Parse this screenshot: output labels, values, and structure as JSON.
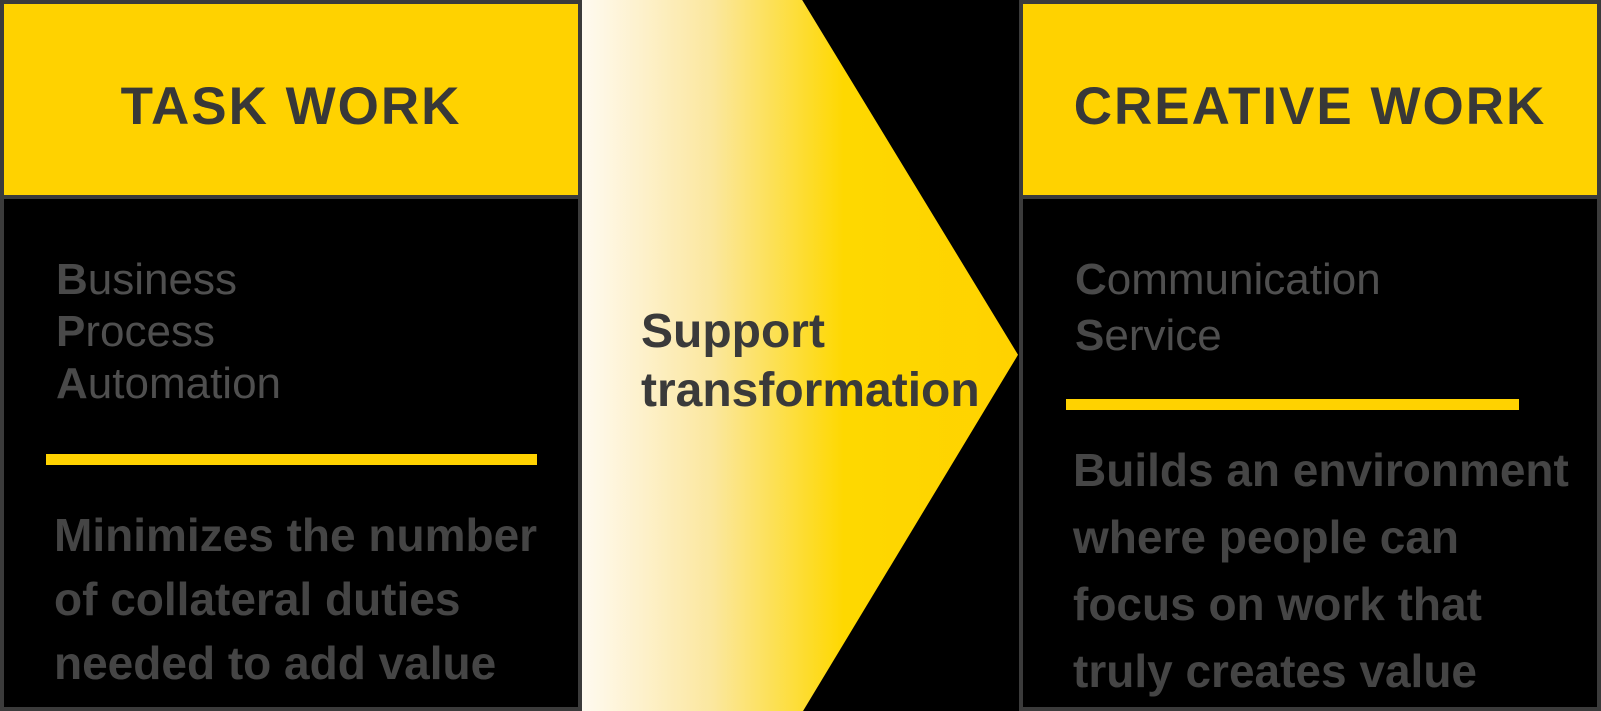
{
  "colors": {
    "background": "#000000",
    "accent_yellow": "#ffd200",
    "panel_border": "#3b3b3b",
    "header_text": "#383838",
    "acronym_text": "#4f4f4f",
    "description_text": "#454545",
    "arrow_text": "#3a3a3a",
    "arrow_gradient_start": "#fefaf0",
    "arrow_gradient_end": "#ffd200"
  },
  "left_panel": {
    "title": "TASK WORK",
    "acronym_lines": [
      {
        "initial": "B",
        "rest": "usiness"
      },
      {
        "initial": "P",
        "rest": "rocess"
      },
      {
        "initial": "A",
        "rest": "utomation"
      }
    ],
    "description_lines": [
      "Minimizes the number",
      "of collateral duties",
      "needed to add value"
    ]
  },
  "arrow": {
    "label_lines": [
      "Support",
      "transformation"
    ]
  },
  "right_panel": {
    "title": "CREATIVE WORK",
    "acronym_lines": [
      {
        "initial": "C",
        "rest": "ommunication"
      },
      {
        "initial": "S",
        "rest": "ervice"
      }
    ],
    "description_lines": [
      "Builds an environment",
      "where people can",
      "focus on work that",
      "truly creates value"
    ]
  }
}
